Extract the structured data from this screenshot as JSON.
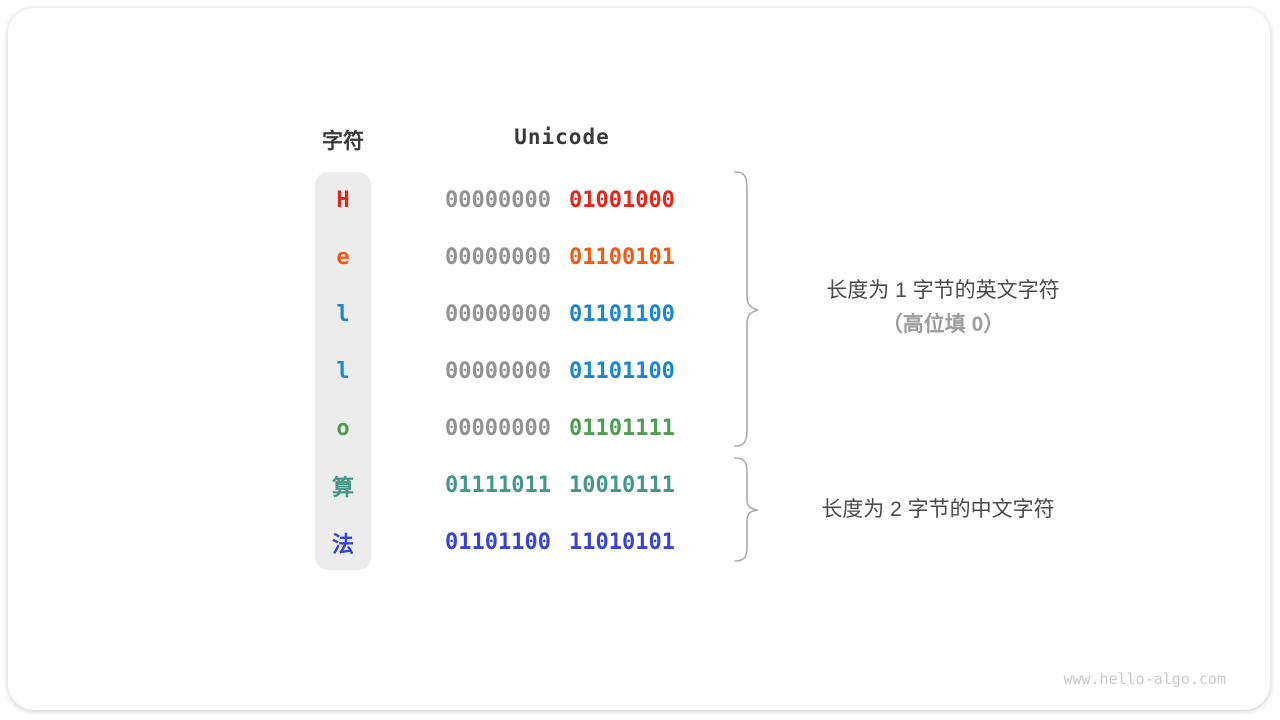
{
  "table": {
    "char_header": "字符",
    "unicode_header": "Unicode",
    "gray_color": "#929292",
    "rows": [
      {
        "char": "H",
        "byte1": "00000000",
        "byte2": "01001000",
        "color": "#e2261b",
        "byte1_gray": true
      },
      {
        "char": "e",
        "byte1": "00000000",
        "byte2": "01100101",
        "color": "#ee5b17",
        "byte1_gray": true
      },
      {
        "char": "l",
        "byte1": "00000000",
        "byte2": "01101100",
        "color": "#1c85d2",
        "byte1_gray": true
      },
      {
        "char": "l",
        "byte1": "00000000",
        "byte2": "01101100",
        "color": "#1c85d2",
        "byte1_gray": true
      },
      {
        "char": "o",
        "byte1": "00000000",
        "byte2": "01101111",
        "color": "#4e9c51",
        "byte1_gray": true
      },
      {
        "char": "算",
        "byte1": "01111011",
        "byte2": "10010111",
        "color": "#40978a",
        "byte1_gray": false
      },
      {
        "char": "法",
        "byte1": "01101100",
        "byte2": "11010101",
        "color": "#3743d2",
        "byte1_gray": false
      }
    ]
  },
  "annotations": {
    "group1_line1": "长度为 1 字节的英文字符",
    "group1_line2": "（高位填 0）",
    "group2_line1": "长度为 2 字节的中文字符",
    "brace_color": "#ababab"
  },
  "watermark": "www.hello-algo.com"
}
